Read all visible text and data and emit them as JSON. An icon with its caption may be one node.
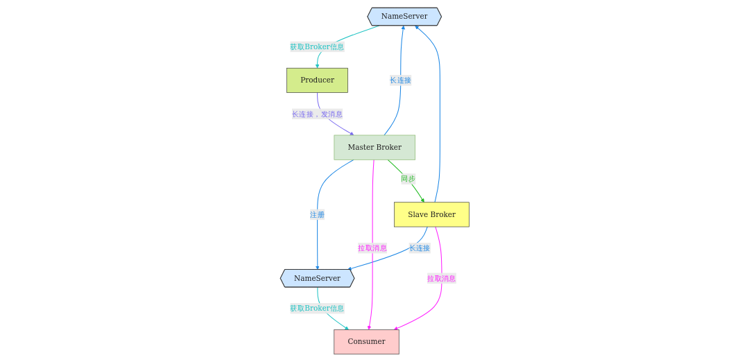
{
  "diagram": {
    "nodes": [
      {
        "text": [
          "NameServer"
        ]
      },
      {
        "text": [
          "NameServer"
        ]
      },
      {
        "text": [
          "Producer"
        ]
      },
      {
        "text": [
          "Consumer"
        ]
      },
      {
        "text": [
          "Master Broker"
        ]
      },
      {
        "text": [
          "Slave Broker"
        ]
      }
    ],
    "edges": [
      {
        "from": 0,
        "to": 2,
        "arrow": "to",
        "label": "获取Broker信息",
        "color": "#22c4c4"
      },
      {
        "from": 1,
        "to": 3,
        "arrow": "to",
        "label": "获取Broker信息",
        "color": "#22c4c4"
      },
      {
        "from": 2,
        "to": 4,
        "arrow": "to",
        "label": "长连接，发消息",
        "color": "#7b6cf0"
      },
      {
        "from": 4,
        "to": 0,
        "arrow": "to",
        "label": "长连接"
      },
      {
        "from": 4,
        "to": 1,
        "arrow": "to",
        "label": "注册"
      },
      {
        "from": 5,
        "to": 1,
        "arrow": "to",
        "label": "长连接"
      },
      {
        "from": 5,
        "to": 0,
        "arrow": "to"
      },
      {
        "from": 4,
        "to": 3,
        "arrow": "to",
        "label": "拉取消息",
        "color": "#ff22ff"
      },
      {
        "from": 5,
        "to": 3,
        "arrow": "to",
        "label": "拉取消息",
        "color": "#ff22ff"
      },
      {
        "from": 4,
        "to": 5,
        "arrow": "to",
        "label": "同步",
        "color": "#22bb22"
      }
    ]
  }
}
